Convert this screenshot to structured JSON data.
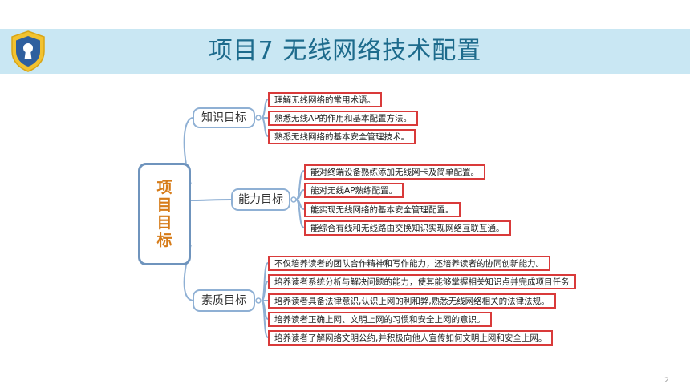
{
  "slide": {
    "title": "项目7 无线网络技术配置",
    "page_number": "2"
  },
  "mindmap": {
    "root": "项目目标",
    "branches": [
      {
        "label": "知识目标",
        "items": [
          "理解无线网络的常用术语。",
          "熟悉无线AP的作用和基本配置方法。",
          "熟悉无线网络的基本安全管理技术。"
        ]
      },
      {
        "label": "能力目标",
        "items": [
          "能对终端设备熟练添加无线网卡及简单配置。",
          "能对无线AP熟练配置。",
          "能实现无线网络的基本安全管理配置。",
          "能综合有线和无线路由交换知识实现网络互联互通。"
        ]
      },
      {
        "label": "素质目标",
        "items": [
          "不仅培养读者的团队合作精神和写作能力，还培养读者的协同创新能力。",
          "培养读者系统分析与解决问题的能力，使其能够掌握相关知识点并完成项目任务",
          "培养读者具备法律意识,认识上网的利和弊,熟悉无线网络相关的法律法规。",
          "培养读者正确上网、文明上网的习惯和安全上网的意识。",
          "培养读者了解网络文明公约,并积极向他人宣传如何文明上网和安全上网。"
        ]
      }
    ]
  },
  "colors": {
    "title_band": "#c9e7f3",
    "title_text": "#1d6b8c",
    "connector": "#8fb0d4",
    "leaf_border": "#d93a3a",
    "root_text": "#d67b18",
    "logo_shield": "#f2c230"
  },
  "icons": {
    "logo": "shield-keyhole-icon"
  }
}
